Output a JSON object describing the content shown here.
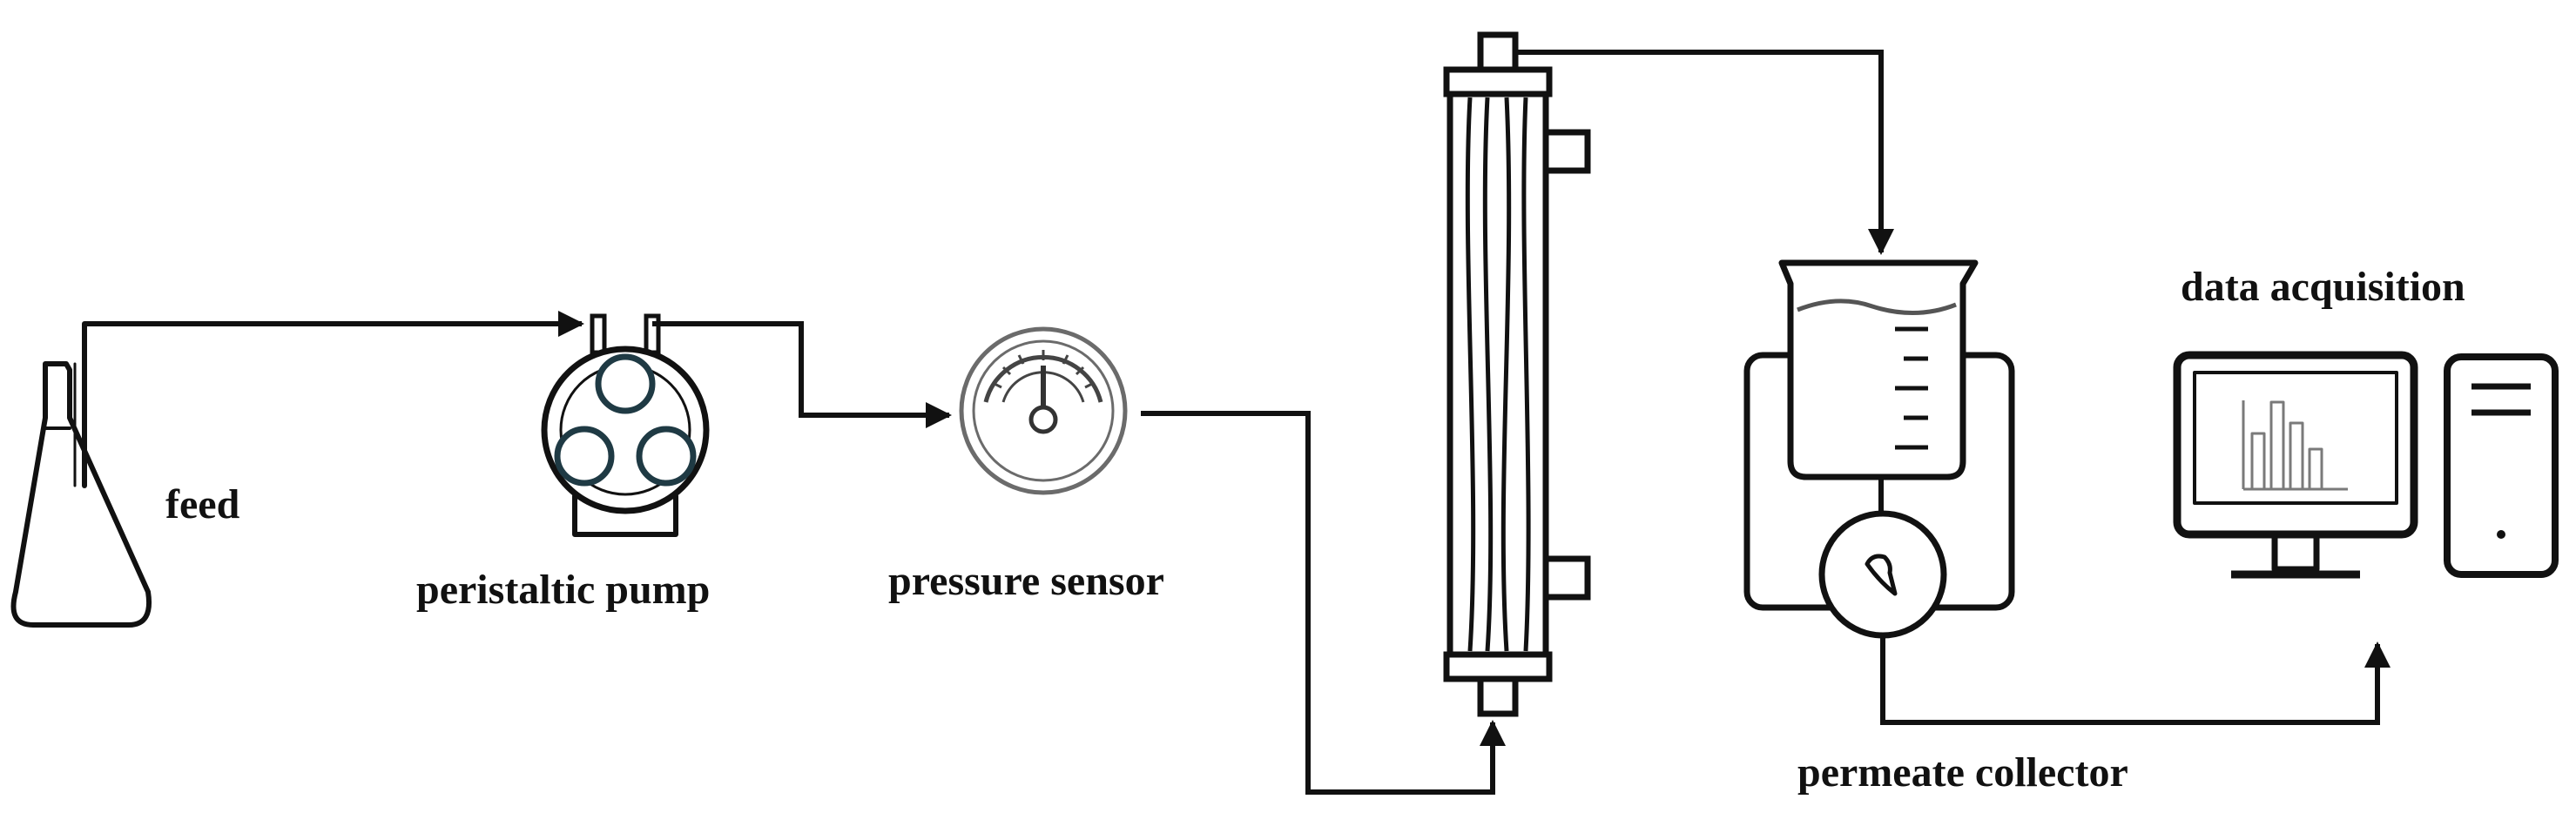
{
  "labels": {
    "feed": "feed",
    "pump": "peristaltic pump",
    "pressure": "pressure sensor",
    "collector": "permeate collector",
    "daq": "data acquisition"
  },
  "colors": {
    "line": "#111111",
    "pump_roller": "#1f3a44",
    "gauge": "#6b6b6b",
    "chart": "#7a7a7a",
    "liquid": "#555555"
  },
  "icons": [
    "erlenmeyer-flask-icon",
    "peristaltic-pump-icon",
    "pressure-gauge-icon",
    "membrane-module-icon",
    "beaker-icon",
    "balance-icon",
    "monitor-icon",
    "computer-tower-icon"
  ]
}
